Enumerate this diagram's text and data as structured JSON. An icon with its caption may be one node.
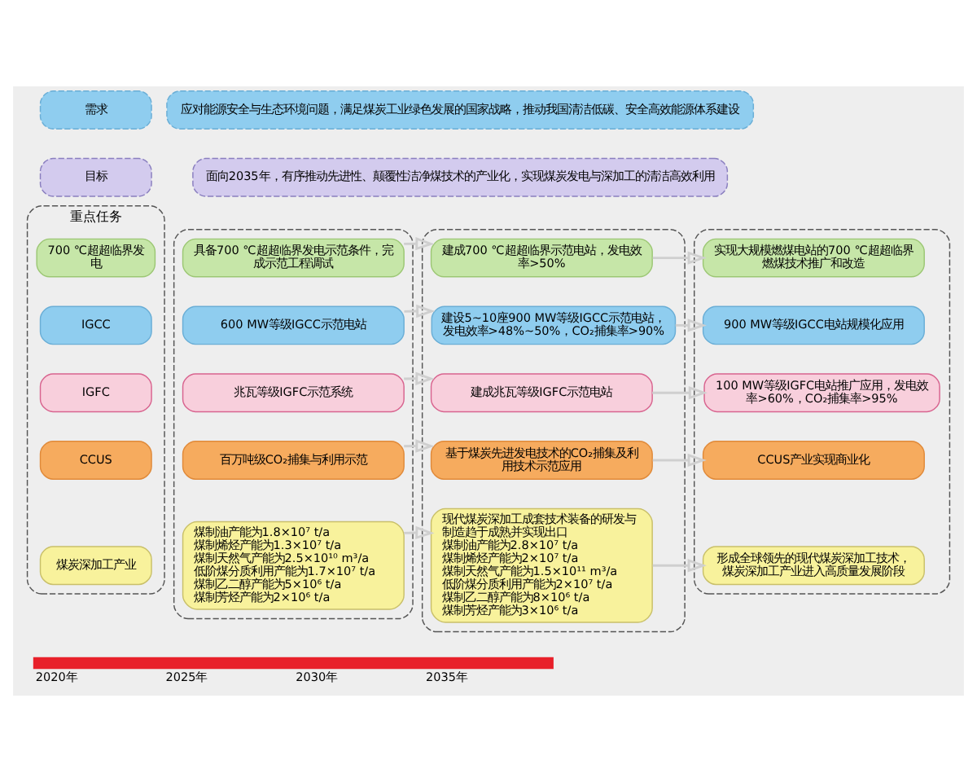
{
  "diagram": {
    "nodes": [
      {
        "text": [
          "需求"
        ]
      },
      {
        "text": [
          "应对能源安全与生态环境问题，满足煤炭工业绿色发展的国家战略，推动我国清洁低碳、安全高效能源体系建设"
        ]
      },
      {
        "text": [
          "目标"
        ]
      },
      {
        "text": [
          "面向2035年，有序推动先进性、颠覆性洁净煤技术的产业化，实现煤炭发电与深加工的清洁高效利用"
        ]
      },
      {
        "text": [
          "重点任务"
        ]
      },
      {
        "text": [
          "700 ℃超超临界发电"
        ],
        "in": 4
      },
      {
        "text": [
          "IGCC"
        ],
        "in": 4
      },
      {
        "text": [
          "IGFC"
        ],
        "in": 4
      },
      {
        "text": [
          "CCUS"
        ],
        "in": 4
      },
      {
        "text": [
          "煤炭深加工产业"
        ],
        "in": 4
      },
      {
        "text": [],
        "shape": "box"
      },
      {
        "text": [
          "具备700 ℃超超临界发电示范条件，完成示范工程调试"
        ],
        "in": 10
      },
      {
        "text": [
          "600 MW等级IGCC示范电站"
        ],
        "in": 10
      },
      {
        "text": [
          "兆瓦等级IGFC示范系统"
        ],
        "in": 10
      },
      {
        "text": [
          "百万吨级CO₂捕集与利用示范"
        ],
        "in": 10
      },
      {
        "text": [
          "煤制油产能为1.8×10⁷ t/a",
          "煤制烯烃产能为1.3×10⁷ t/a",
          "煤制天然气产能为2.5×10¹⁰ m³/a",
          "低阶煤分质利用产能为1.7×10⁷ t/a",
          "煤制乙二醇产能为5×10⁶ t/a",
          "煤制芳烃产能为2×10⁶ t/a"
        ],
        "in": 10
      },
      {
        "text": [],
        "shape": "box"
      },
      {
        "text": [
          "建成700 ℃超超临界示范电站，发电效率>50%"
        ],
        "in": 16
      },
      {
        "text": [
          "建设5~10座900 MW等级IGCC示范电站，发电效率>48%~50%，CO₂捕集率>90%"
        ],
        "in": 16
      },
      {
        "text": [
          "建成兆瓦等级IGFC示范电站"
        ],
        "in": 16
      },
      {
        "text": [
          "基于煤炭先进发电技术的CO₂捕集及利用技术示范应用"
        ],
        "in": 16
      },
      {
        "text": [
          "现代煤炭深加工成套技术装备的研发与制造趋于成熟并实现出口",
          "煤制油产能为2.8×10⁷ t/a",
          "煤制烯烃产能为2×10⁷ t/a",
          "煤制天然气产能为1.5×10¹¹ m³/a",
          "低阶煤分质利用产能为2×10⁷ t/a",
          "煤制乙二醇产能为8×10⁶ t/a",
          "煤制芳烃产能为3×10⁶ t/a"
        ],
        "in": 16
      },
      {
        "text": [],
        "shape": "box"
      },
      {
        "text": [
          "实现大规模燃煤电站的700 ℃超超临界燃煤技术推广和改造"
        ],
        "in": 22
      },
      {
        "text": [
          "900 MW等级IGCC电站规模化应用"
        ],
        "in": 22
      },
      {
        "text": [
          "100 MW等级IGFC电站推广应用，发电效率>60%，CO₂捕集率>95%"
        ],
        "in": 22
      },
      {
        "text": [
          "CCUS产业实现商业化"
        ],
        "in": 22
      },
      {
        "text": [
          "形成全球领先的现代煤炭深加工技术，煤炭深加工产业进入高质量发展阶段"
        ],
        "in": 22
      }
    ],
    "edges": [
      {
        "from": 11,
        "to": 17,
        "arrow": "to"
      },
      {
        "from": 12,
        "to": 18,
        "arrow": "to"
      },
      {
        "from": 13,
        "to": 19,
        "arrow": "to"
      },
      {
        "from": 14,
        "to": 20,
        "arrow": "to"
      },
      {
        "from": 15,
        "to": 21,
        "arrow": "to"
      },
      {
        "from": 17,
        "to": 23,
        "arrow": "to"
      },
      {
        "from": 18,
        "to": 24,
        "arrow": "to"
      },
      {
        "from": 19,
        "to": 25,
        "arrow": "to"
      },
      {
        "from": 20,
        "to": 26,
        "arrow": "to"
      },
      {
        "from": 21,
        "to": 27,
        "arrow": "to"
      }
    ],
    "labels": [
      "2020年",
      "2025年",
      "2030年",
      "2035年"
    ]
  }
}
